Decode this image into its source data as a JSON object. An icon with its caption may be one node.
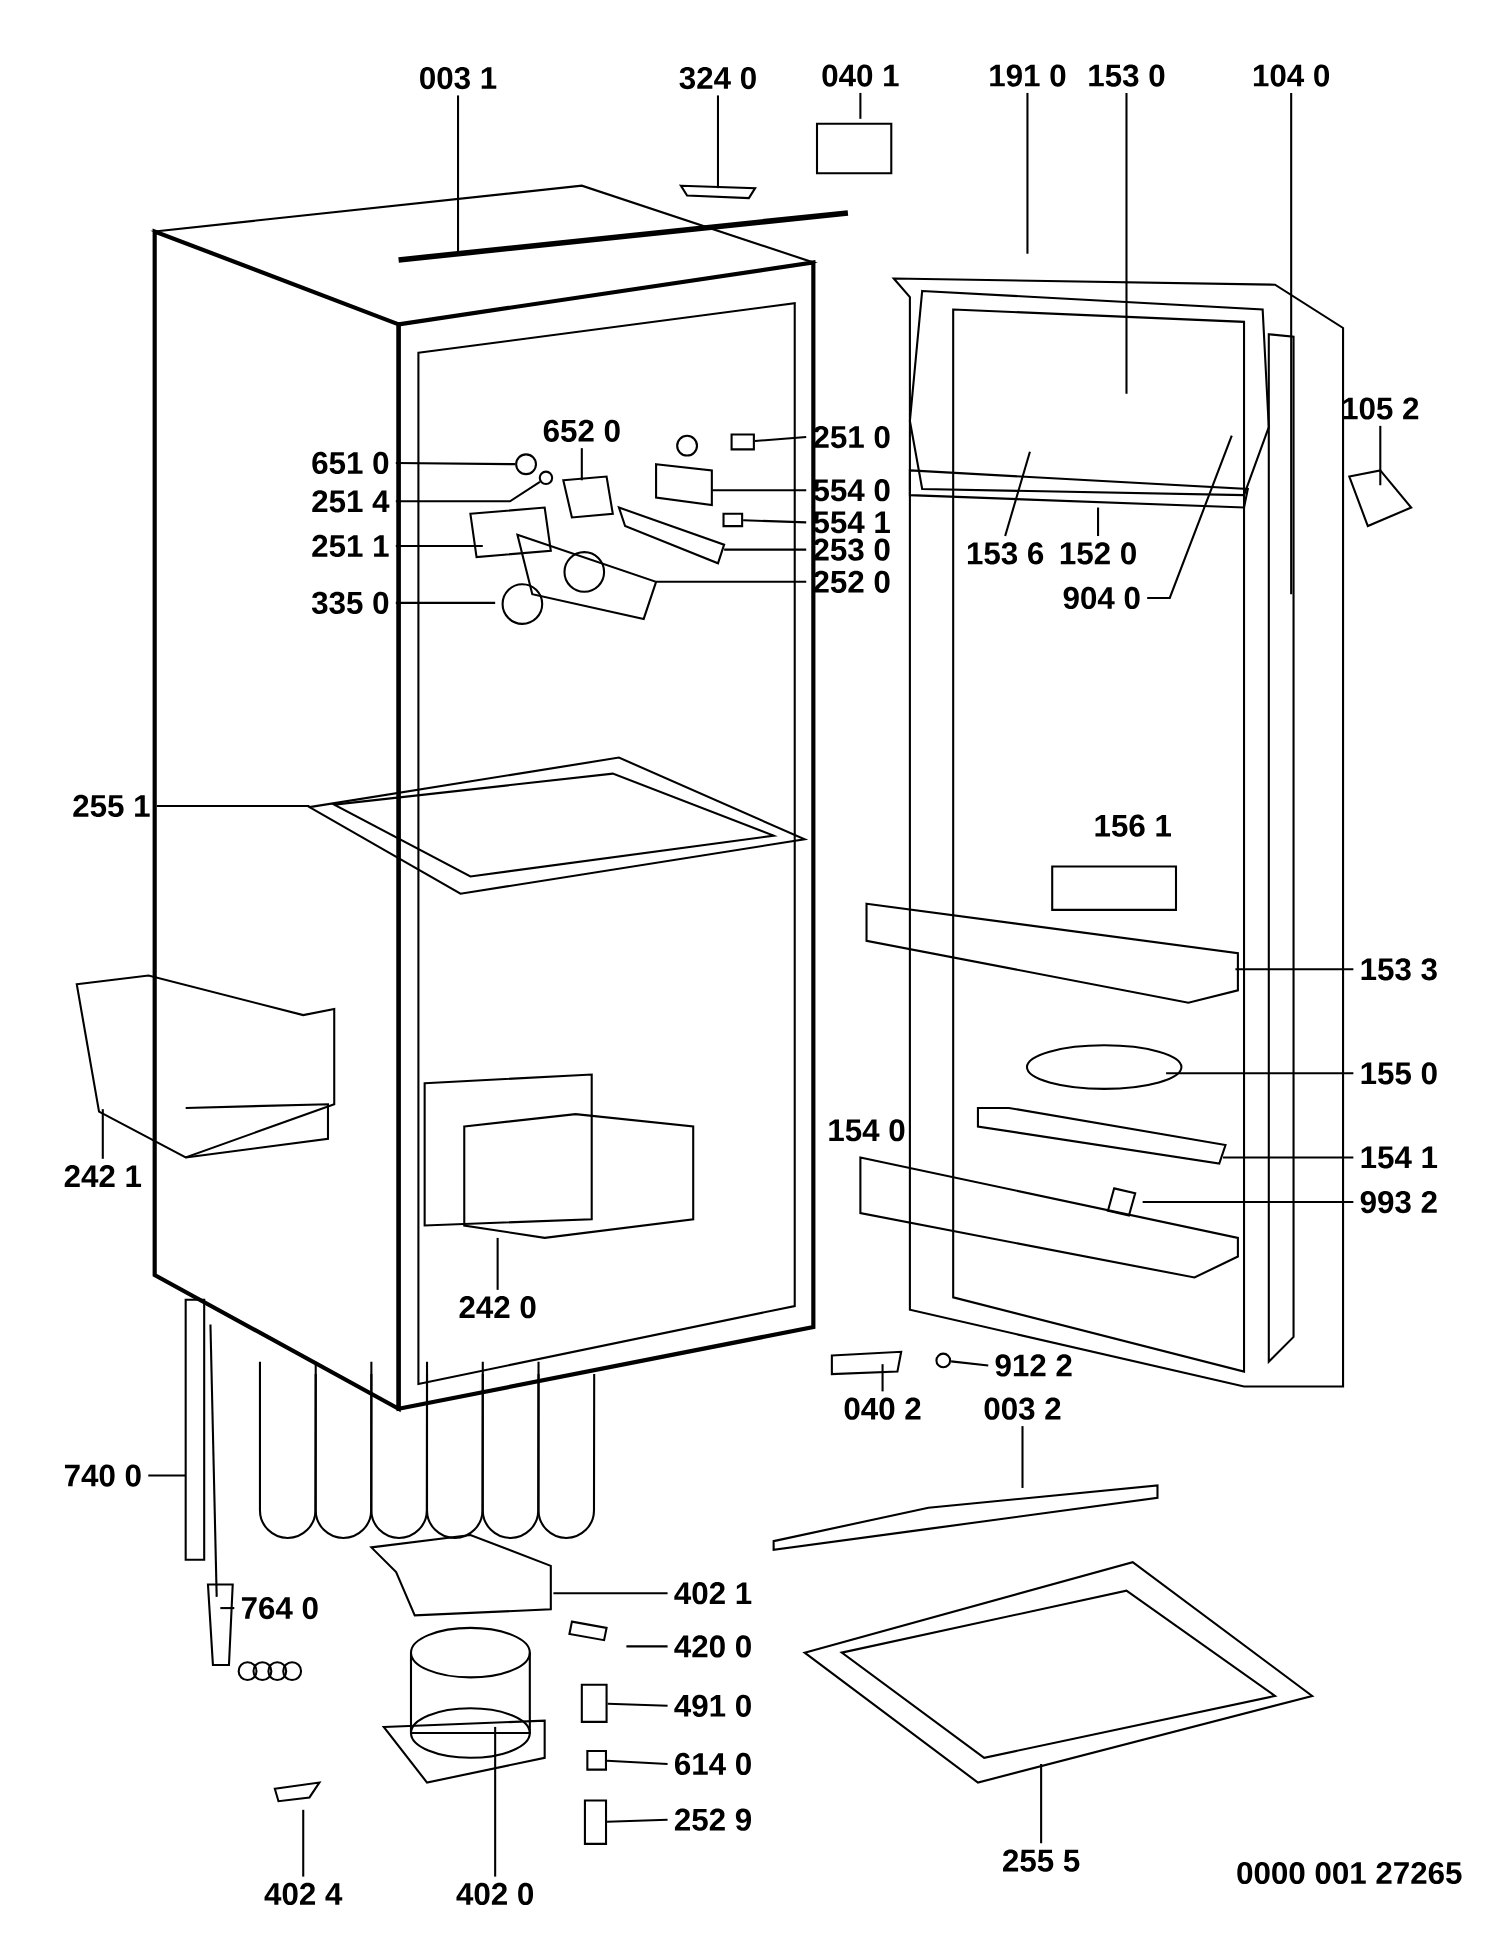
{
  "diagram": {
    "nodes": [
      {
        "text": [
          "003 1"
        ]
      },
      {
        "text": [
          "324 0"
        ]
      },
      {
        "text": [
          "040 1"
        ]
      },
      {
        "text": [
          "191 0"
        ]
      },
      {
        "text": [
          "153 0"
        ]
      },
      {
        "text": [
          "104 0"
        ]
      },
      {
        "text": [
          "105 2"
        ]
      },
      {
        "text": [
          "652 0"
        ]
      },
      {
        "text": [
          "251 0"
        ]
      },
      {
        "text": [
          "651 0"
        ]
      },
      {
        "text": [
          "251 4"
        ]
      },
      {
        "text": [
          "554 0"
        ]
      },
      {
        "text": [
          "251 1"
        ]
      },
      {
        "text": [
          "554 1"
        ]
      },
      {
        "text": [
          "253 0"
        ]
      },
      {
        "text": [
          "153 6"
        ]
      },
      {
        "text": [
          "152 0"
        ]
      },
      {
        "text": [
          "252 0"
        ]
      },
      {
        "text": [
          "904 0"
        ]
      },
      {
        "text": [
          "335 0"
        ]
      },
      {
        "text": [
          "255 1"
        ]
      },
      {
        "text": [
          "153 3"
        ]
      },
      {
        "text": [
          "155 0"
        ]
      },
      {
        "text": [
          "154 1"
        ]
      },
      {
        "text": [
          "242 1"
        ]
      },
      {
        "text": [
          "993 2"
        ]
      },
      {
        "text": [
          "242 0"
        ]
      },
      {
        "text": [
          "912 2"
        ]
      },
      {
        "text": [
          "040 2"
        ]
      },
      {
        "text": [
          "003 2"
        ]
      },
      {
        "text": [
          "740 0"
        ]
      },
      {
        "text": [
          "402 1"
        ]
      },
      {
        "text": [
          "764 0"
        ]
      },
      {
        "text": [
          "420 0"
        ]
      },
      {
        "text": [
          "491 0"
        ]
      },
      {
        "text": [
          "614 0"
        ]
      },
      {
        "text": [
          "252 9"
        ]
      },
      {
        "text": [
          "402 4"
        ]
      },
      {
        "text": [
          "402 0"
        ]
      },
      {
        "text": [
          "255 5"
        ]
      },
      {
        "text": [],
        "shape": "box"
      },
      {
        "text": [],
        "shape": "circle"
      },
      {
        "text": [],
        "shape": "circle"
      },
      {
        "text": [],
        "shape": "box"
      },
      {
        "text": [],
        "shape": "box"
      },
      {
        "text": [],
        "shape": "box"
      },
      {
        "text": [],
        "shape": "box"
      },
      {
        "text": [],
        "shape": "circle"
      }
    ],
    "edges": [
      {
        "from": 0,
        "to": null,
        "arrow": "none"
      },
      {
        "from": 1,
        "to": null,
        "arrow": "none"
      },
      {
        "from": 2,
        "to": null,
        "arrow": "none"
      },
      {
        "from": 3,
        "to": null,
        "arrow": "none"
      },
      {
        "from": 4,
        "to": null,
        "arrow": "none"
      },
      {
        "from": 5,
        "to": null,
        "arrow": "none"
      },
      {
        "from": 6,
        "to": null,
        "arrow": "none"
      },
      {
        "from": 7,
        "to": null,
        "arrow": "none"
      },
      {
        "from": 8,
        "to": 40,
        "arrow": "none"
      },
      {
        "from": 9,
        "to": 41,
        "arrow": "none"
      },
      {
        "from": 10,
        "to": 42,
        "arrow": "none"
      },
      {
        "from": 11,
        "to": null,
        "arrow": "none"
      },
      {
        "from": 12,
        "to": null,
        "arrow": "none"
      },
      {
        "from": 13,
        "to": 43,
        "arrow": "none"
      },
      {
        "from": 14,
        "to": null,
        "arrow": "none"
      },
      {
        "from": 15,
        "to": null,
        "arrow": "none"
      },
      {
        "from": 16,
        "to": null,
        "arrow": "none"
      },
      {
        "from": 17,
        "to": null,
        "arrow": "none"
      },
      {
        "from": 18,
        "to": null,
        "arrow": "none"
      },
      {
        "from": 19,
        "to": null,
        "arrow": "none"
      },
      {
        "from": 20,
        "to": null,
        "arrow": "none"
      },
      {
        "from": 21,
        "to": null,
        "arrow": "none"
      },
      {
        "from": 22,
        "to": null,
        "arrow": "none"
      },
      {
        "from": 23,
        "to": null,
        "arrow": "none"
      },
      {
        "from": 24,
        "to": null,
        "arrow": "none"
      },
      {
        "from": 25,
        "to": null,
        "arrow": "none"
      },
      {
        "from": 26,
        "to": null,
        "arrow": "none"
      },
      {
        "from": 27,
        "to": 47,
        "arrow": "none"
      },
      {
        "from": 28,
        "to": null,
        "arrow": "none"
      },
      {
        "from": 29,
        "to": null,
        "arrow": "none"
      },
      {
        "from": 30,
        "to": null,
        "arrow": "none"
      },
      {
        "from": 31,
        "to": null,
        "arrow": "none"
      },
      {
        "from": 32,
        "to": null,
        "arrow": "none"
      },
      {
        "from": 33,
        "to": null,
        "arrow": "none"
      },
      {
        "from": 34,
        "to": 44,
        "arrow": "none"
      },
      {
        "from": 35,
        "to": 45,
        "arrow": "none"
      },
      {
        "from": 36,
        "to": 46,
        "arrow": "none"
      },
      {
        "from": 37,
        "to": null,
        "arrow": "none"
      },
      {
        "from": 38,
        "to": null,
        "arrow": "none"
      },
      {
        "from": 39,
        "to": null,
        "arrow": "none"
      }
    ],
    "labels": [
      "156 1",
      "154 0",
      "0000 001 27265"
    ]
  }
}
